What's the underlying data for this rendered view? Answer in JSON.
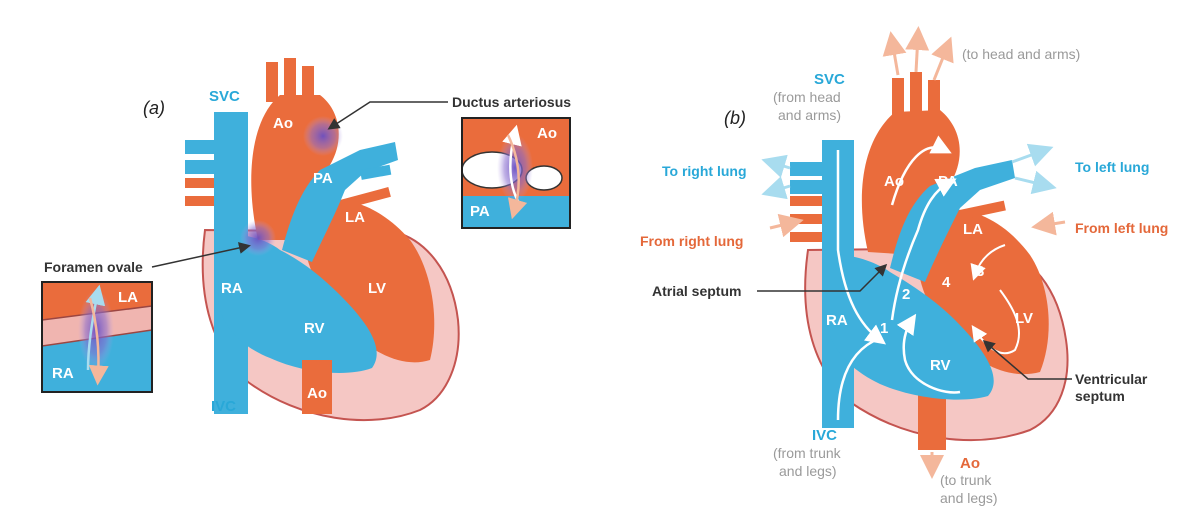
{
  "colors": {
    "blue": "#3fb0dc",
    "blue_dark": "#2a93c4",
    "orange": "#ea6c3c",
    "orange_dark": "#cf5226",
    "pink": "#f5c7c4",
    "pink_border": "#c45450",
    "purple": "#7c63c8",
    "peach": "#f4b79b",
    "label_blue": "#29a8d8",
    "label_orange": "#e4683a",
    "label_dark": "#333333",
    "label_gray": "#9a9a9a"
  },
  "panel_a": {
    "tag": "(a)",
    "svc": "SVC",
    "ivc": "IVC",
    "ao_top": "Ao",
    "ao_bottom": "Ao",
    "pa": "PA",
    "la": "LA",
    "lv": "LV",
    "ra": "RA",
    "rv": "RV",
    "ductus_label": "Ductus arteriosus",
    "foramen_label": "Foramen ovale",
    "inset_ductus": {
      "ao": "Ao",
      "pa": "PA"
    },
    "inset_foramen": {
      "la": "LA",
      "ra": "RA"
    }
  },
  "panel_b": {
    "tag": "(b)",
    "head_arms": "(to head and arms)",
    "svc": "SVC",
    "svc_sub1": "(from head",
    "svc_sub2": "and arms)",
    "to_right_lung": "To right lung",
    "to_left_lung": "To left lung",
    "from_right_lung": "From right lung",
    "from_left_lung": "From left lung",
    "atrial_septum": "Atrial septum",
    "ventricular_septum_1": "Ventricular",
    "ventricular_septum_2": "septum",
    "ivc": "IVC",
    "ivc_sub1": "(from trunk",
    "ivc_sub2": "and legs)",
    "ao_bottom": "Ao",
    "ao_sub1": "(to trunk",
    "ao_sub2": "and legs)",
    "ao": "Ao",
    "pa": "PA",
    "la": "LA",
    "lv": "LV",
    "ra": "RA",
    "rv": "RV",
    "step_numbers": [
      "1",
      "2",
      "3",
      "4"
    ]
  }
}
